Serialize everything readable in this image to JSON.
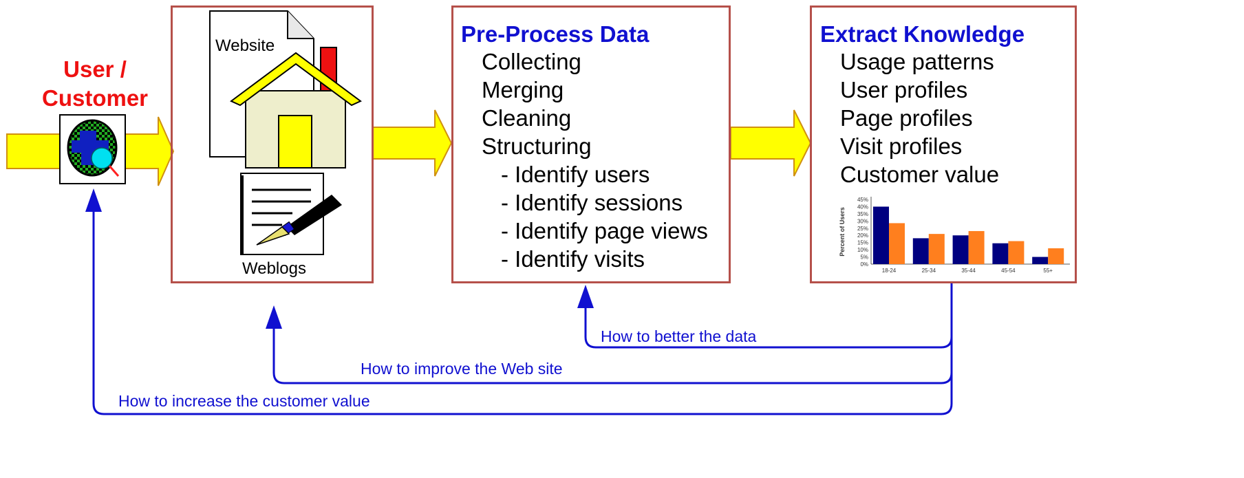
{
  "colors": {
    "box_border": "#b5504a",
    "heading": "#1010d0",
    "user_label": "#ee1111",
    "arrow_fill": "#ffff00",
    "arrow_stroke": "#d09010",
    "feedback": "#1010d0",
    "bar_series_1": "#000080",
    "bar_series_2": "#ff7f1e"
  },
  "user": {
    "label_line1": "User /",
    "label_line2": "Customer",
    "icon": "globe-magnifier-icon"
  },
  "site_box": {
    "website_label": "Website",
    "weblogs_label": "Weblogs",
    "icons": [
      "document-icon",
      "house-icon",
      "weblog-pen-icon"
    ]
  },
  "preprocess": {
    "title": "Pre-Process Data",
    "items": [
      "Collecting",
      "Merging",
      "Cleaning",
      "Structuring"
    ],
    "subitems": [
      "- Identify users",
      "- Identify sessions",
      "- Identify page views",
      "- Identify visits"
    ]
  },
  "extract": {
    "title": "Extract Knowledge",
    "items": [
      "Usage patterns",
      "User profiles",
      "Page profiles",
      "Visit profiles",
      "Customer value"
    ]
  },
  "feedback": {
    "data": "How to better the data",
    "website": "How to improve the Web site",
    "customer": "How to increase the customer value"
  },
  "chart_data": {
    "type": "bar",
    "ylabel": "Percent of Users",
    "categories": [
      "18-24",
      "25-34",
      "35-44",
      "45-54",
      "55+"
    ],
    "y_ticks": [
      "0%",
      "5%",
      "10%",
      "15%",
      "20%",
      "25%",
      "30%",
      "35%",
      "40%",
      "45%"
    ],
    "ylim": [
      0,
      45
    ],
    "series": [
      {
        "values": [
          40,
          18,
          20,
          14.5,
          5
        ]
      },
      {
        "values": [
          28.5,
          21,
          23,
          16,
          11
        ]
      }
    ]
  }
}
